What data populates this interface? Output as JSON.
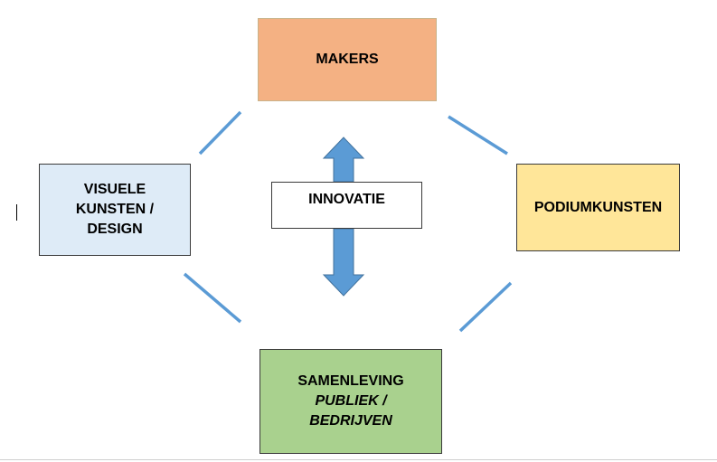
{
  "colors": {
    "makers_fill": "#f4b183",
    "visuele_fill": "#deebf7",
    "podium_fill": "#ffe699",
    "samenleving_fill": "#a9d18e",
    "innovatie_fill": "#ffffff",
    "connector_line": "#5b9bd5",
    "arrow_fill": "#5b9bd5"
  },
  "nodes": {
    "makers": {
      "lines": [
        "MAKERS"
      ]
    },
    "visuele": {
      "lines": [
        "VISUELE",
        "KUNSTEN /",
        "DESIGN"
      ]
    },
    "podium": {
      "lines": [
        "PODIUMKUNSTEN"
      ]
    },
    "samenleving": {
      "title": "SAMENLEVING",
      "subtitle_lines": [
        "PUBLIEK /",
        "BEDRIJVEN"
      ]
    },
    "innovatie": {
      "lines": [
        "INNOVATIE"
      ]
    }
  },
  "arrow": {
    "type": "double-headed-vertical",
    "icon": "up-down-arrow-icon"
  }
}
